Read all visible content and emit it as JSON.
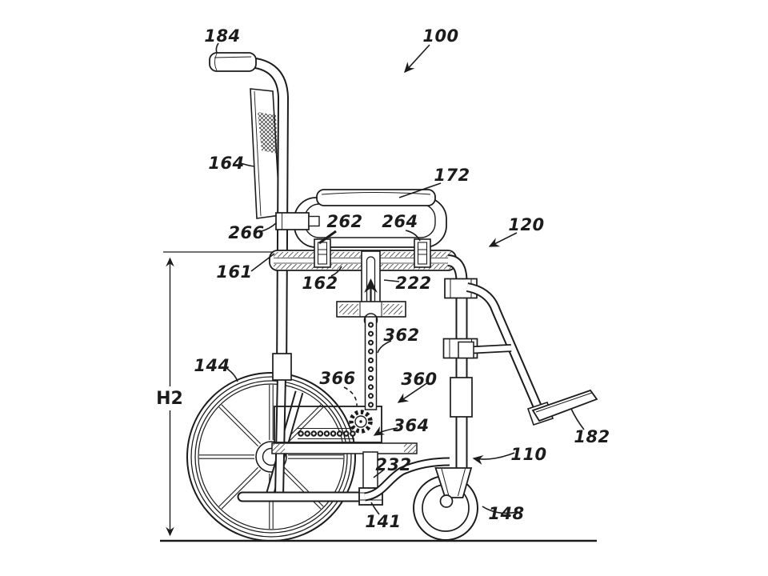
{
  "figure": {
    "kind": "patent-line-drawing",
    "subject": "wheelchair side elevation with seat-height adjustment mechanism",
    "background_color": "#ffffff",
    "line_color": "#1c1c1c"
  },
  "labels": {
    "ref_100": "100",
    "ref_110": "110",
    "ref_120": "120",
    "ref_141": "141",
    "ref_144": "144",
    "ref_148": "148",
    "ref_161": "161",
    "ref_162": "162",
    "ref_164": "164",
    "ref_172": "172",
    "ref_182": "182",
    "ref_184": "184",
    "ref_222": "222",
    "ref_232": "232",
    "ref_262": "262",
    "ref_264": "264",
    "ref_266": "266",
    "ref_360": "360",
    "ref_362": "362",
    "ref_364": "364",
    "ref_366": "366",
    "dim_h2": "H2"
  }
}
